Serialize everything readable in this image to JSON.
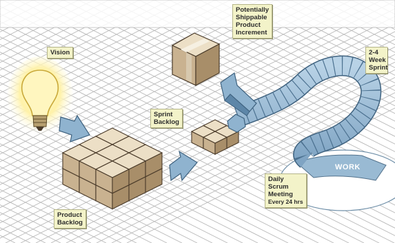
{
  "labels": {
    "vision": "Vision",
    "increment": "Potentially\nShippable\nProduct\nIncrement",
    "sprint_length": "2-4\nWeek\nSprint",
    "sprint_backlog": "Sprint\nBacklog",
    "work": "WORK",
    "daily_scrum": "Daily\nScrum\nMeeting",
    "daily_scrum_interval": "Every 24 hrs",
    "product_backlog": "Product\nBacklog"
  },
  "colors": {
    "grid": "#b9b9b9",
    "box_top": "#ecdfc6",
    "box_left": "#c9b290",
    "box_right": "#a88e69",
    "arrow_fill": "#8fb3cf",
    "arrow_stroke": "#3f627f",
    "belt_fill": "#9fc0da",
    "callout_fill": "#f3f3c9",
    "bulb_glow": "#fff7c0"
  },
  "icons": [
    "lightbulb-icon",
    "cardboard-box-icon",
    "arrow-icon",
    "conveyor-belt-icon"
  ]
}
